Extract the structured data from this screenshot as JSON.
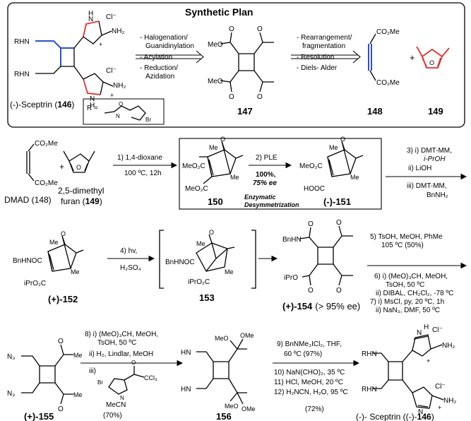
{
  "plan": {
    "title": "Synthetic Plan",
    "steps1": [
      "- Halogenation/",
      "Guanidinylation",
      "- Acylation",
      "- Reduction/",
      "Azidation"
    ],
    "steps2": [
      "- Rearrangement/",
      "fragmentation",
      "- Resolution",
      "- Diels- Alder"
    ],
    "sceptrin_label_pre": "(-)-Sceptrin (",
    "sceptrin_num": "146",
    "sceptrin_label_post": ")",
    "r_def": "R =",
    "cmpd147": "147",
    "cmpd148": "148",
    "cmpd149": "149",
    "rhn": "RHN",
    "cl": "Cl⁻",
    "nh2": "NH₂",
    "n": "N",
    "h": "H",
    "plus": "+",
    "co2me": "CO₂Me",
    "meo": "MeO",
    "o": "O",
    "br": "Br",
    "hn": "HN"
  },
  "row2": {
    "dmad": "DMAD (148)",
    "furan1": "2,5-dimethyl",
    "furan2": "furan (",
    "furan_num": "149",
    "furan3": ")",
    "cond1a": "1) 1,4-dioxane",
    "cond1b": "100 ºC, 12h",
    "cmpd150": "150",
    "cond2": "2) PLE",
    "yield2a": "100%,",
    "yield2b": "75% ee",
    "enz1": "Enzymatic",
    "enz2": "Desymmetrization",
    "cmpd151": "(-)-151",
    "cond3a": "3) i) DMT-MM,",
    "cond3b": "i-PrOH",
    "cond3c": "ii) LiOH",
    "cond3d": "iii) DMT-MM,",
    "cond3e": "BnNH₂",
    "meo2c": "MeO₂C",
    "hooc": "HOOC",
    "me": "Me"
  },
  "row3": {
    "cmpd152": "(+)-152",
    "cond4a": "4) hv,",
    "cond4b": "H₂SO₄",
    "cmpd153": "153",
    "cmpd154": "(+)-154",
    "ee154": "(> 95% ee)",
    "bnhnoc": "BnHNOC",
    "ipro2c": "iPrO₂C",
    "bnhn": "BnHN",
    "ipro": "iPrO",
    "cond5a": "5) TsOH, MeOH, PhMe",
    "cond5b": "105 ºC   (50%)",
    "cond6a": "6) i) (MeO)₃CH, MeOH,",
    "cond6b": "TsOH, 50 ºC",
    "cond6c": "ii) DIBAL, CH₂Cl₂, -78 ºC",
    "cond7a": "7) i) MsCl, py, 20 ºC, 1h",
    "cond7b": "ii) NaN₃, DMF, 50 ºC"
  },
  "row4": {
    "cmpd155": "(+)-155",
    "n3": "N₃",
    "cond8a": "8) i) (MeO)₃CH, MeOH,",
    "cond8b": "TsOH, 50 ºC",
    "cond8c": "ii) H₂, Lindlar, MeOH",
    "cond8d": "iii)",
    "cond8e": "MeCN",
    "yield8": "(70%)",
    "ccl3": "CCl₃",
    "cmpd156": "156",
    "ome": "OMe",
    "cond9a": "9) BnNMe₃ICl₂, THF,",
    "cond9b": "60 ºC  (97%)",
    "cond10": "10) NaN(CHO)₂, 35 ºC",
    "cond11": "11) HCl, MeOH, 20 ºC",
    "cond12": "12) H₂NCN, H₂O, 95 ºC",
    "yield912": "(72%)",
    "final_pre": "(-)- Sceptrin ((-)-",
    "final_num": "146",
    "final_post": ")"
  }
}
